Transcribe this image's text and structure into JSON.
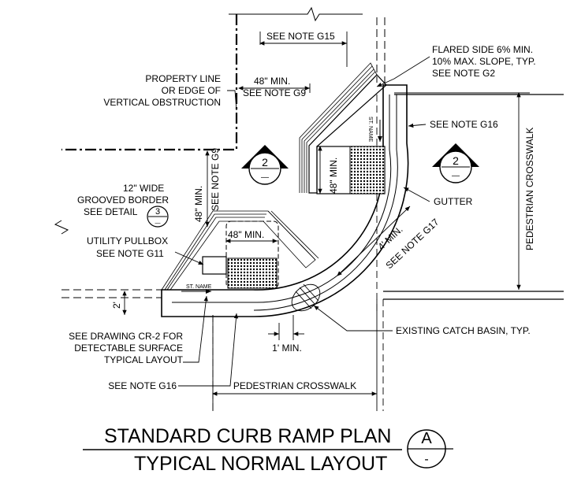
{
  "notes": {
    "see_note_g15": "SEE NOTE G15",
    "flared_line1": "FLARED SIDE 6% MIN.",
    "flared_line2": "10% MAX. SLOPE, TYP.",
    "flared_line3": "SEE NOTE G2",
    "property_line1": "PROPERTY LINE",
    "property_line2": "OR EDGE OF",
    "property_line3": "VERTICAL OBSTRUCTION",
    "min48_top_1": "48\" MIN.",
    "see_note_g9_top": "SEE NOTE G9",
    "see_note_g16_top": "SEE NOTE G16",
    "min48_vertical": "48\" MIN.",
    "see_note_g9_vertical": "SEE NOTE G9",
    "min48_ramp_vertical": "48\" MIN.",
    "grooved_line1": "12\" WIDE",
    "grooved_line2": "GROOVED BORDER",
    "grooved_line3": "SEE DETAIL",
    "detail_num": "3",
    "detail_sub": "—",
    "gutter": "GUTTER",
    "min4": "4' MIN.",
    "see_note_g17": "SEE NOTE G17",
    "pullbox_line1": "UTILITY PULLBOX",
    "pullbox_line2": "SEE NOTE G11",
    "min48_lower": "48\" MIN.",
    "ped_crosswalk_right": "PEDESTRIAN CROSSWALK",
    "st_name_upper": "ST. NAME",
    "st_name_lower": "ST. NAME",
    "two_feet": "2'",
    "cr2_line1": "SEE DRAWING CR-2 FOR",
    "cr2_line2": "DETECTABLE SURFACE",
    "cr2_line3": "TYPICAL LAYOUT",
    "catch_basin": "EXISTING CATCH BASIN, TYP.",
    "min1": "1' MIN.",
    "see_note_g16_bottom": "SEE NOTE G16",
    "ped_crosswalk_bottom": "PEDESTRIAN CROSSWALK"
  },
  "section_markers": {
    "left_num": "2",
    "left_sub": "—",
    "right_num": "2",
    "right_sub": "—"
  },
  "title_block": {
    "line1": "STANDARD CURB RAMP PLAN",
    "line2": "TYPICAL NORMAL LAYOUT",
    "detail_letter": "A",
    "detail_sub": "-"
  }
}
